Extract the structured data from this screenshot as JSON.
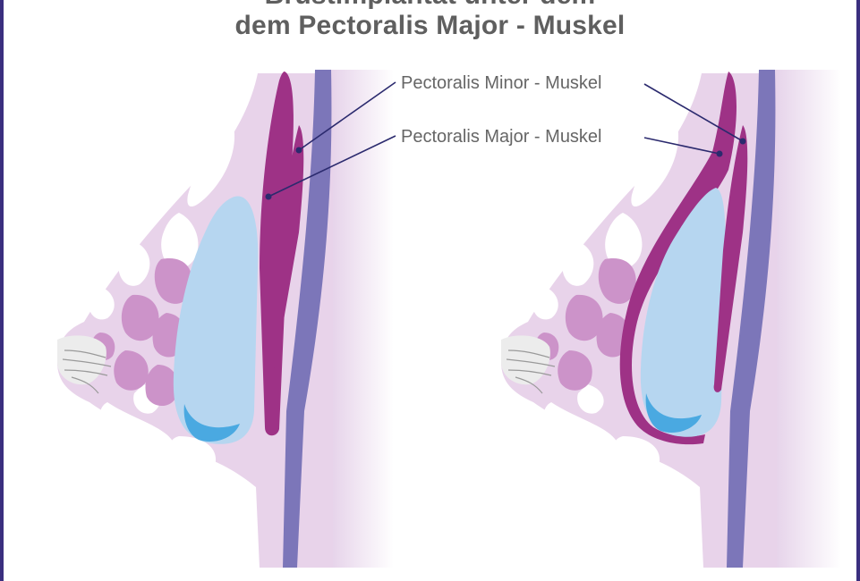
{
  "title": {
    "line1": "Brustimplantat unter dem",
    "line2": "dem Pectoralis Major - Muskel"
  },
  "labels": {
    "pectoralis_minor": "Pectoralis Minor - Muskel",
    "pectoralis_major": "Pectoralis Major - Muskel"
  },
  "colors": {
    "frame": "#3a2f7f",
    "skin": "#e8d3ea",
    "fat_tissue": "#ffffff",
    "gland": "#cc93c9",
    "muscle": "#9e3286",
    "chest_wall": "#7c76b9",
    "implant": "#b6d6f0",
    "implant_fluid": "#4aa9e1",
    "leader_line": "#2b2a6e",
    "text": "#5f5f5f"
  }
}
